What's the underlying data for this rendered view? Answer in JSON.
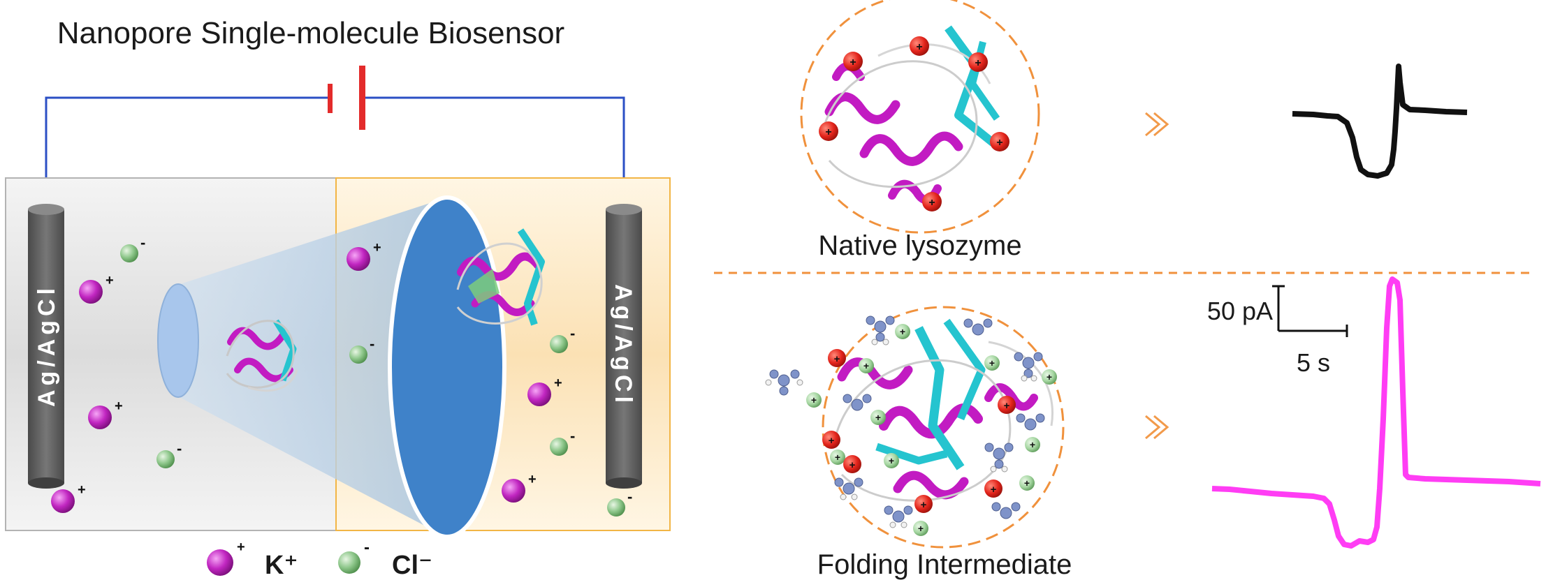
{
  "title": "Nanopore Single-molecule Biosensor",
  "electrodes": {
    "left_label": "Ag/AgCl",
    "right_label": "Ag/AgCl"
  },
  "ions": {
    "cation_sign": "+",
    "anion_sign": "-"
  },
  "legend": {
    "cation_label": "K⁺",
    "anion_label": "Cl⁻"
  },
  "panels": {
    "native_label": "Native lysozyme",
    "intermediate_label": "Folding Intermediate"
  },
  "scale_bar": {
    "current_label": "50 pA",
    "time_label": "5 s"
  },
  "colors": {
    "wire": "#2b4fc4",
    "battery": "#e32b2b",
    "cation": "#b41fb4",
    "anion": "#7cb87a",
    "pore": "#3f82c9",
    "chamber_right": "#f7c873",
    "trace_native": "#111111",
    "trace_intermediate": "#ff3df4",
    "arrow": "#f29a4a",
    "divider": "#f0913c",
    "helix": "#c21bc2",
    "sheet": "#25c4cf"
  },
  "icons": [
    "battery-icon",
    "electrode-icon",
    "nanopore-icon",
    "protein-icon",
    "chevron-right-icon",
    "ion-icon"
  ]
}
